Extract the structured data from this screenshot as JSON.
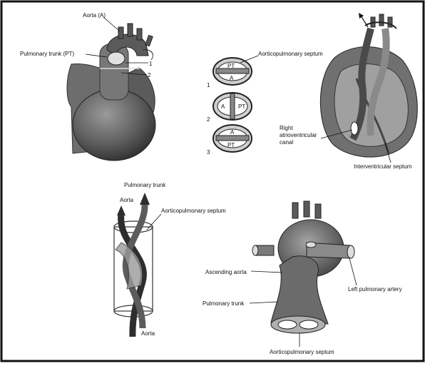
{
  "labels": {
    "aorta_a": "Aorta (A)",
    "pulmonary_trunk_pt": "Pulmonary trunk (PT)",
    "marker_1": "1",
    "marker_2": "2",
    "aorticopulmonary_septum_top": "Aorticopulmonary septum",
    "row_1": "1",
    "row_2": "2",
    "row_3": "3",
    "pt_1": "PT",
    "a_1": "A",
    "a_2": "A",
    "pt_2": "PT",
    "a_3": "A",
    "pt_3": "PT",
    "right_av_canal_1": "Right",
    "right_av_canal_2": "atrioventricular",
    "right_av_canal_3": "canal",
    "interventricular_septum": "Interventricular septum",
    "pulmonary_trunk_mid": "Pulmonary trunk",
    "aorta_mid": "Aorta",
    "aorticopulmonary_septum_mid": "Aorticopulmonary septum",
    "aorta_bottom": "Aorta",
    "ascending_aorta": "Ascending aorta",
    "pulmonary_trunk_bottom": "Pulmonary trunk",
    "left_pulmonary_artery": "Left pulmonary artery",
    "aorticopulmonary_septum_bottom": "Aorticopulmonary septum"
  },
  "colors": {
    "border": "#111111",
    "tissue_dark": "#4a4a4a",
    "tissue_mid": "#7a7a7a",
    "tissue_light": "#bdbdbd",
    "background": "#ffffff"
  }
}
